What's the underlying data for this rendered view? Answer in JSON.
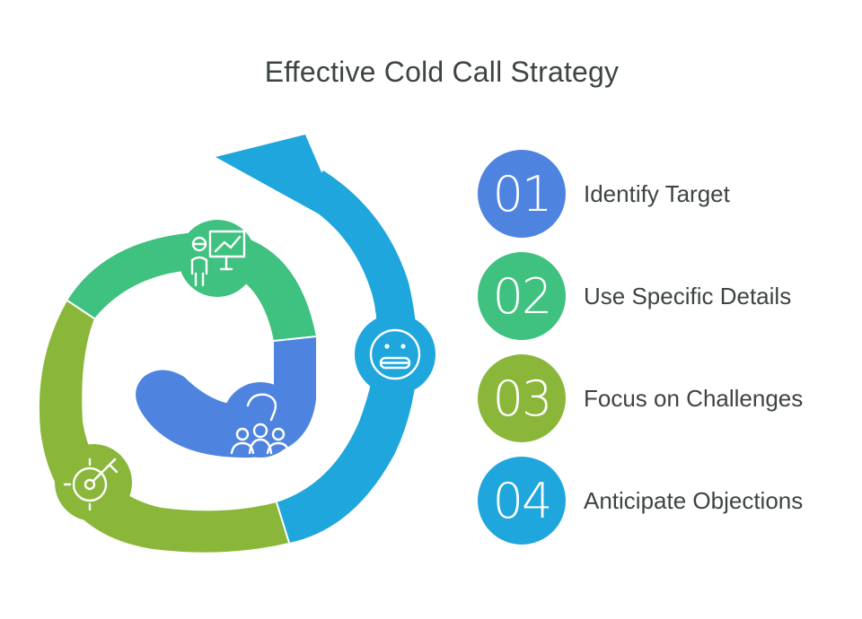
{
  "title": "Effective Cold Call Strategy",
  "colors": {
    "step_01": "#4e84e0",
    "step_02": "#3fc17f",
    "step_03": "#8ab73a",
    "step_04": "#1fa6dc",
    "text": "#3d4441"
  },
  "steps": [
    {
      "number": "01",
      "label": "Identify Target",
      "icon": "presentation-icon"
    },
    {
      "number": "02",
      "label": "Use Specific Details",
      "icon": "speech-group-icon"
    },
    {
      "number": "03",
      "label": "Focus on Challenges",
      "icon": "target-key-icon"
    },
    {
      "number": "04",
      "label": "Anticipate Objections",
      "icon": "grimace-face-icon"
    }
  ]
}
